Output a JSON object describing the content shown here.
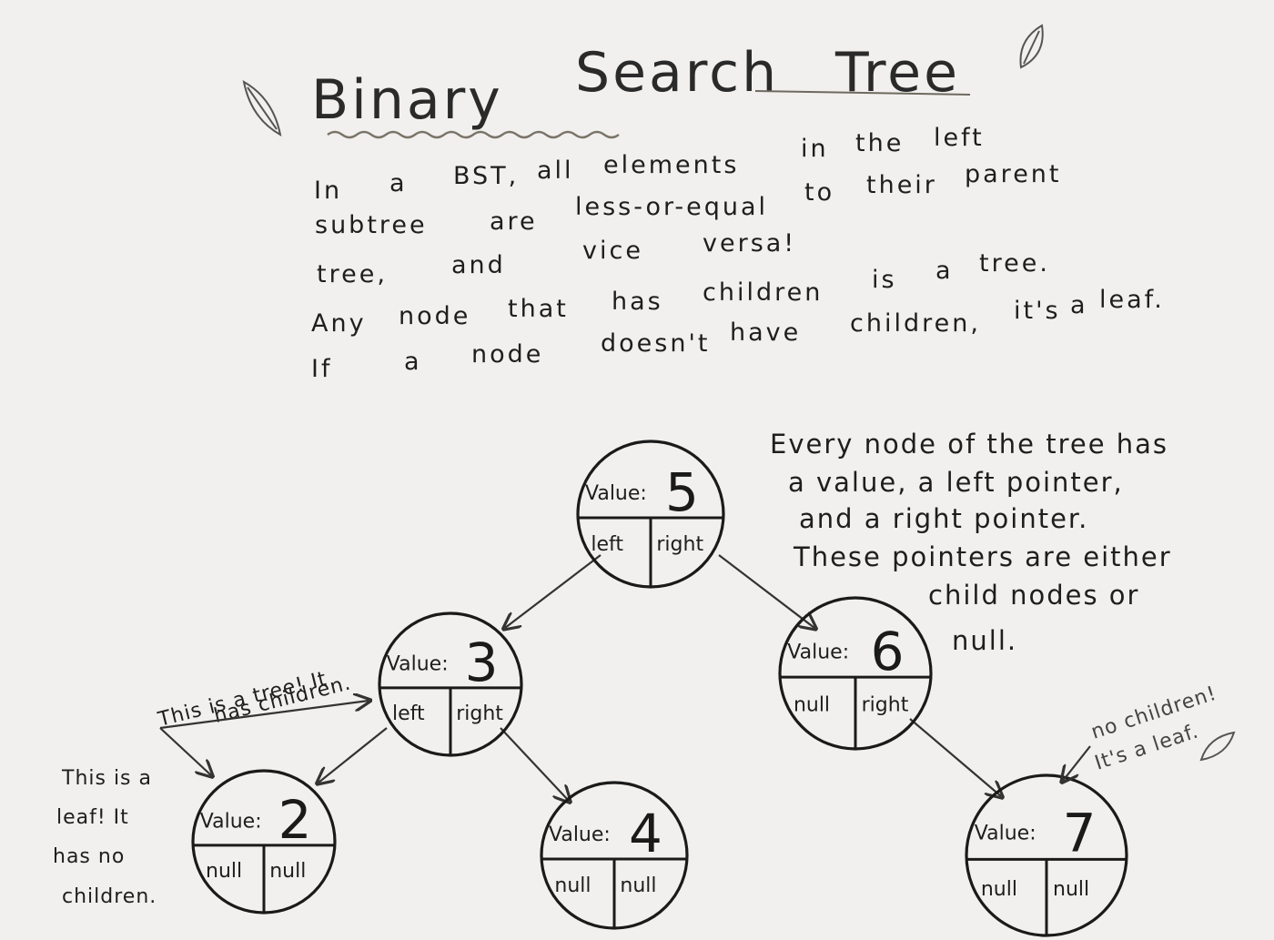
{
  "title": {
    "word1": "Binary",
    "word2": "Search",
    "word3": "Tree"
  },
  "intro": {
    "line1": [
      "In",
      "a",
      "BST,",
      "all",
      "elements",
      "in",
      "the",
      "left"
    ],
    "line2": [
      "subtree",
      "are",
      "less-or-equal",
      "to",
      "their",
      "parent"
    ],
    "line3": [
      "tree,",
      "and",
      "vice",
      "versa!"
    ],
    "line4": [
      "Any",
      "node",
      "that",
      "has",
      "children",
      "is",
      "a",
      "tree."
    ],
    "line5": [
      "If",
      "a",
      "node",
      "doesn't",
      "have",
      "children,",
      "it's",
      "a",
      "leaf."
    ]
  },
  "side_note": {
    "lines": [
      "Every node of the tree has",
      "a value, a left pointer,",
      "and a right pointer.",
      "These pointers are either",
      "child nodes or",
      "null."
    ]
  },
  "annotations": {
    "tree_note_line1": "This is a tree! It",
    "tree_note_line2": "has children.",
    "leaf_note_lines": [
      "This is a",
      "leaf! It",
      "has no",
      "children."
    ],
    "leaf7_note_line1": "no children!",
    "leaf7_note_line2": "It's a leaf."
  },
  "nodes": [
    {
      "id": "n5",
      "value_label": "Value:",
      "value": "5",
      "left": "left",
      "right": "right"
    },
    {
      "id": "n3",
      "value_label": "Value:",
      "value": "3",
      "left": "left",
      "right": "right"
    },
    {
      "id": "n6",
      "value_label": "Value:",
      "value": "6",
      "left": "null",
      "right": "right"
    },
    {
      "id": "n2",
      "value_label": "Value:",
      "value": "2",
      "left": "null",
      "right": "null"
    },
    {
      "id": "n4",
      "value_label": "Value:",
      "value": "4",
      "left": "null",
      "right": "null"
    },
    {
      "id": "n7",
      "value_label": "Value:",
      "value": "7",
      "left": "null",
      "right": "null"
    }
  ]
}
